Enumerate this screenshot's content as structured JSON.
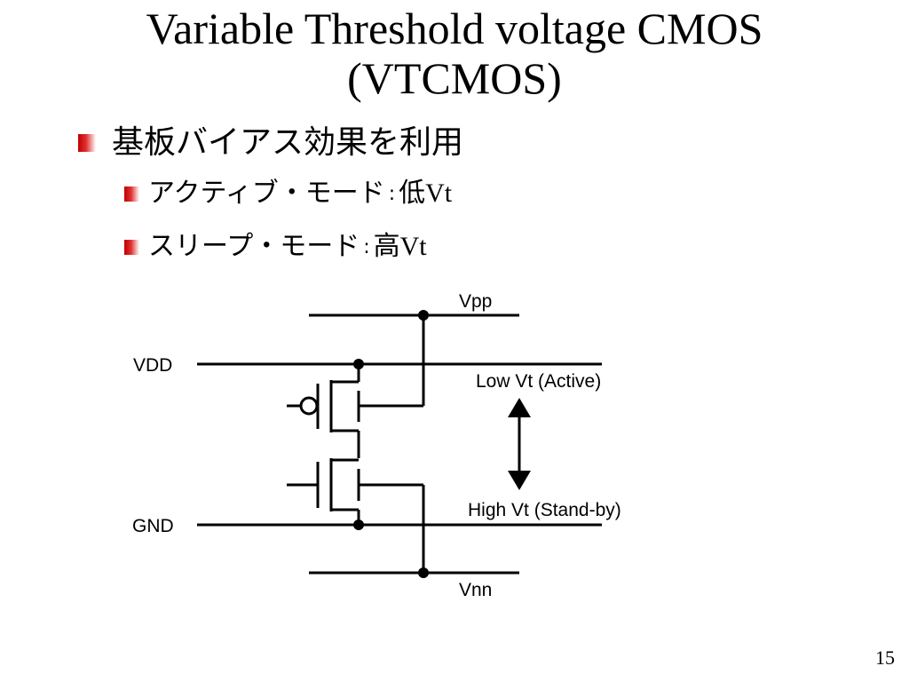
{
  "slide": {
    "title_line1": "Variable Threshold voltage CMOS",
    "title_line2": "(VTCMOS)",
    "bullets": [
      {
        "text": "基板バイアス効果を利用"
      },
      {
        "text": "アクティブ・モード",
        "sep": ":",
        "value": "低",
        "vt": "Vt"
      },
      {
        "text": "スリープ・モード",
        "sep": ":",
        "value": "高",
        "vt": "Vt"
      }
    ],
    "page_number": "15"
  },
  "diagram": {
    "labels": {
      "vpp": "Vpp",
      "vdd": "VDD",
      "gnd": "GND",
      "vnn": "Vnn",
      "low_vt": "Low Vt (Active)",
      "high_vt": "High Vt (Stand-by)"
    },
    "colors": {
      "line": "#000000",
      "bullet_red": "#c00000"
    }
  }
}
